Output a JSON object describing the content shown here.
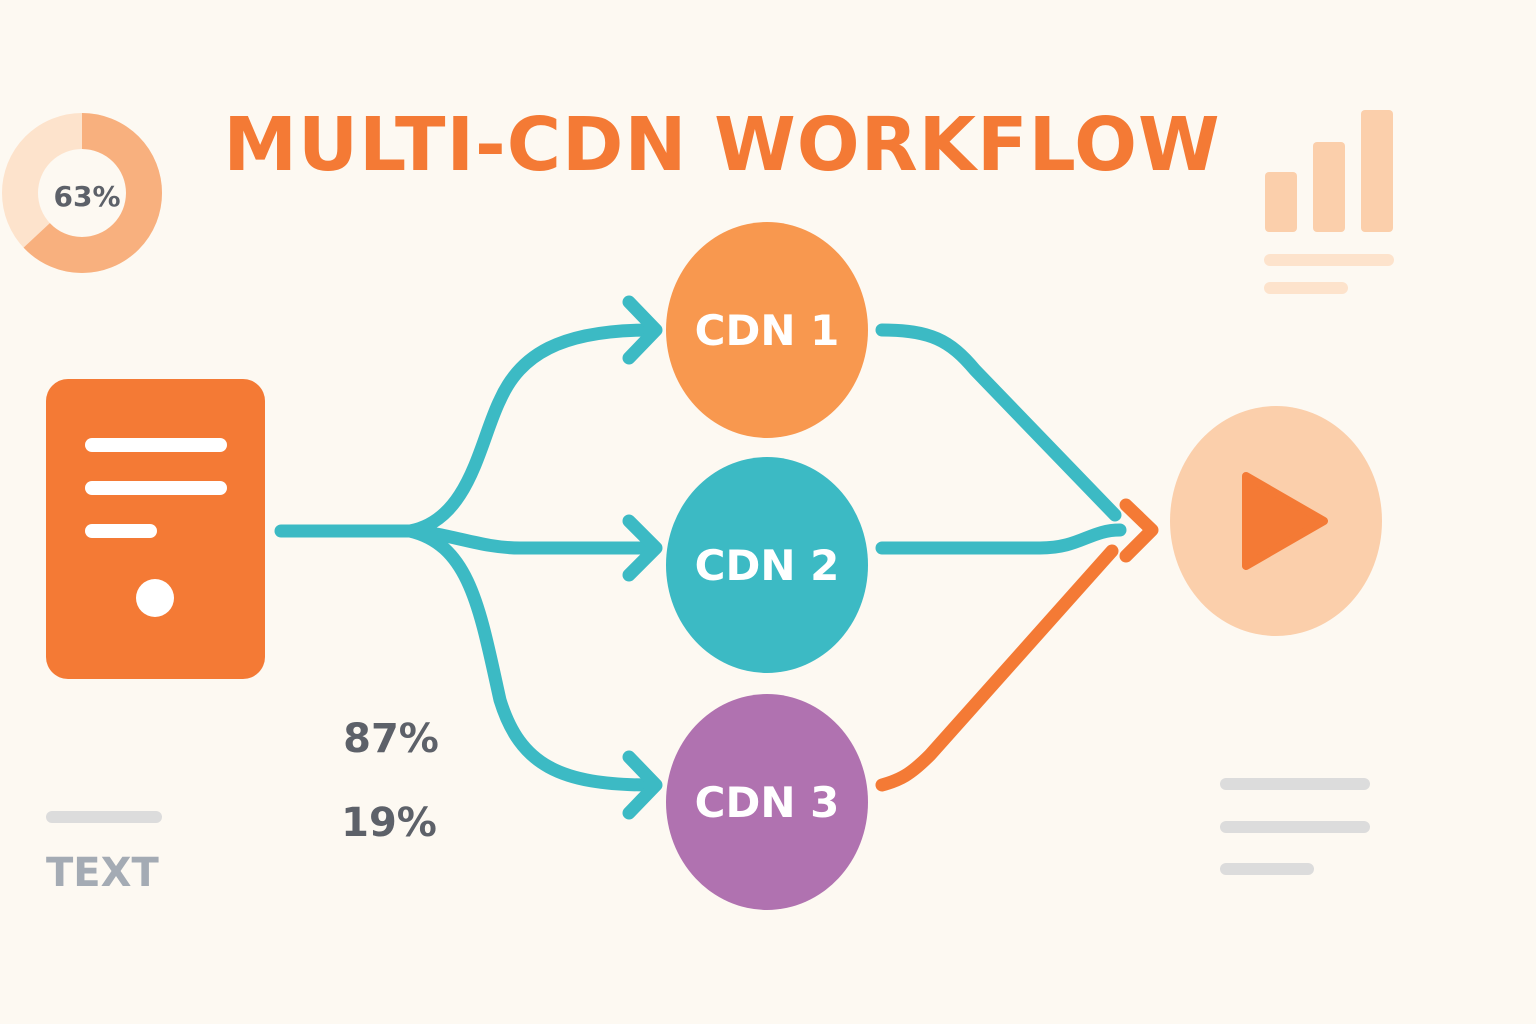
{
  "title": "MULTI-CDN WORKFLOW",
  "gauge": {
    "label": "63%",
    "value": 63
  },
  "nodes": [
    {
      "label": "CDN 1"
    },
    {
      "label": "CDN 2"
    },
    {
      "label": "CDN 3"
    }
  ],
  "stats": [
    {
      "label": "87%"
    },
    {
      "label": "19%"
    }
  ],
  "caption": "TEXT",
  "icons": {
    "origin": "server-icon",
    "player": "play-icon",
    "chart": "bar-chart-icon",
    "gauge": "donut-gauge-icon"
  },
  "colors": {
    "background": "#fdf9f2",
    "orange": "#f47a35",
    "orange_light": "#f8985a",
    "peach": "#fbcfab",
    "peach_light": "#fde3cc",
    "teal": "#3cbac4",
    "purple": "#b072b0",
    "gray_text": "#5d6169",
    "gray_line": "#dcdcdc",
    "caption_text": "#a4abb4"
  }
}
